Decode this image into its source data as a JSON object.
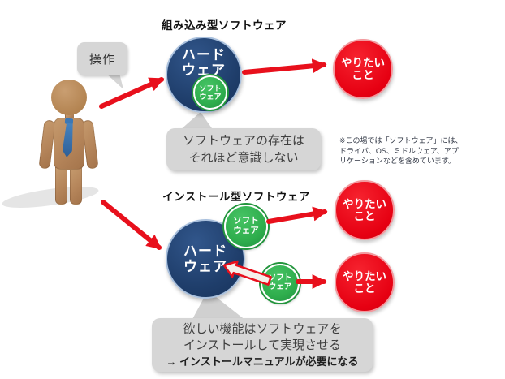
{
  "header": {
    "embedded_title": "組み込み型ソフトウェア",
    "installed_title": "インストール型ソフトウェア"
  },
  "bubbles": {
    "operation": "操作"
  },
  "nodes": {
    "hardware_l1": "ハード",
    "hardware_l2": "ウェア",
    "software_l1": "ソフト",
    "software_l2": "ウェア",
    "goal_l1": "やりたい",
    "goal_l2": "こと"
  },
  "callouts": {
    "embedded_l1": "ソフトウェアの存在は",
    "embedded_l2": "それほど意識しない",
    "installed_l1": "欲しい機能はソフトウェアを",
    "installed_l2": "インストールして実現させる",
    "installed_l3": "→ インストールマニュアルが必要になる"
  },
  "note": {
    "l1": "※この場では「ソフトウェア」には、",
    "l2": "ドライバ、OS、ミドルウェア、アプ",
    "l3": "リケーションなどを含めています。"
  },
  "colors": {
    "hardware": "#1f3e6b",
    "software": "#2fae4d",
    "goal": "#e60012",
    "arrow": "#e8101c",
    "callout_bg": "#d6d6d6"
  }
}
